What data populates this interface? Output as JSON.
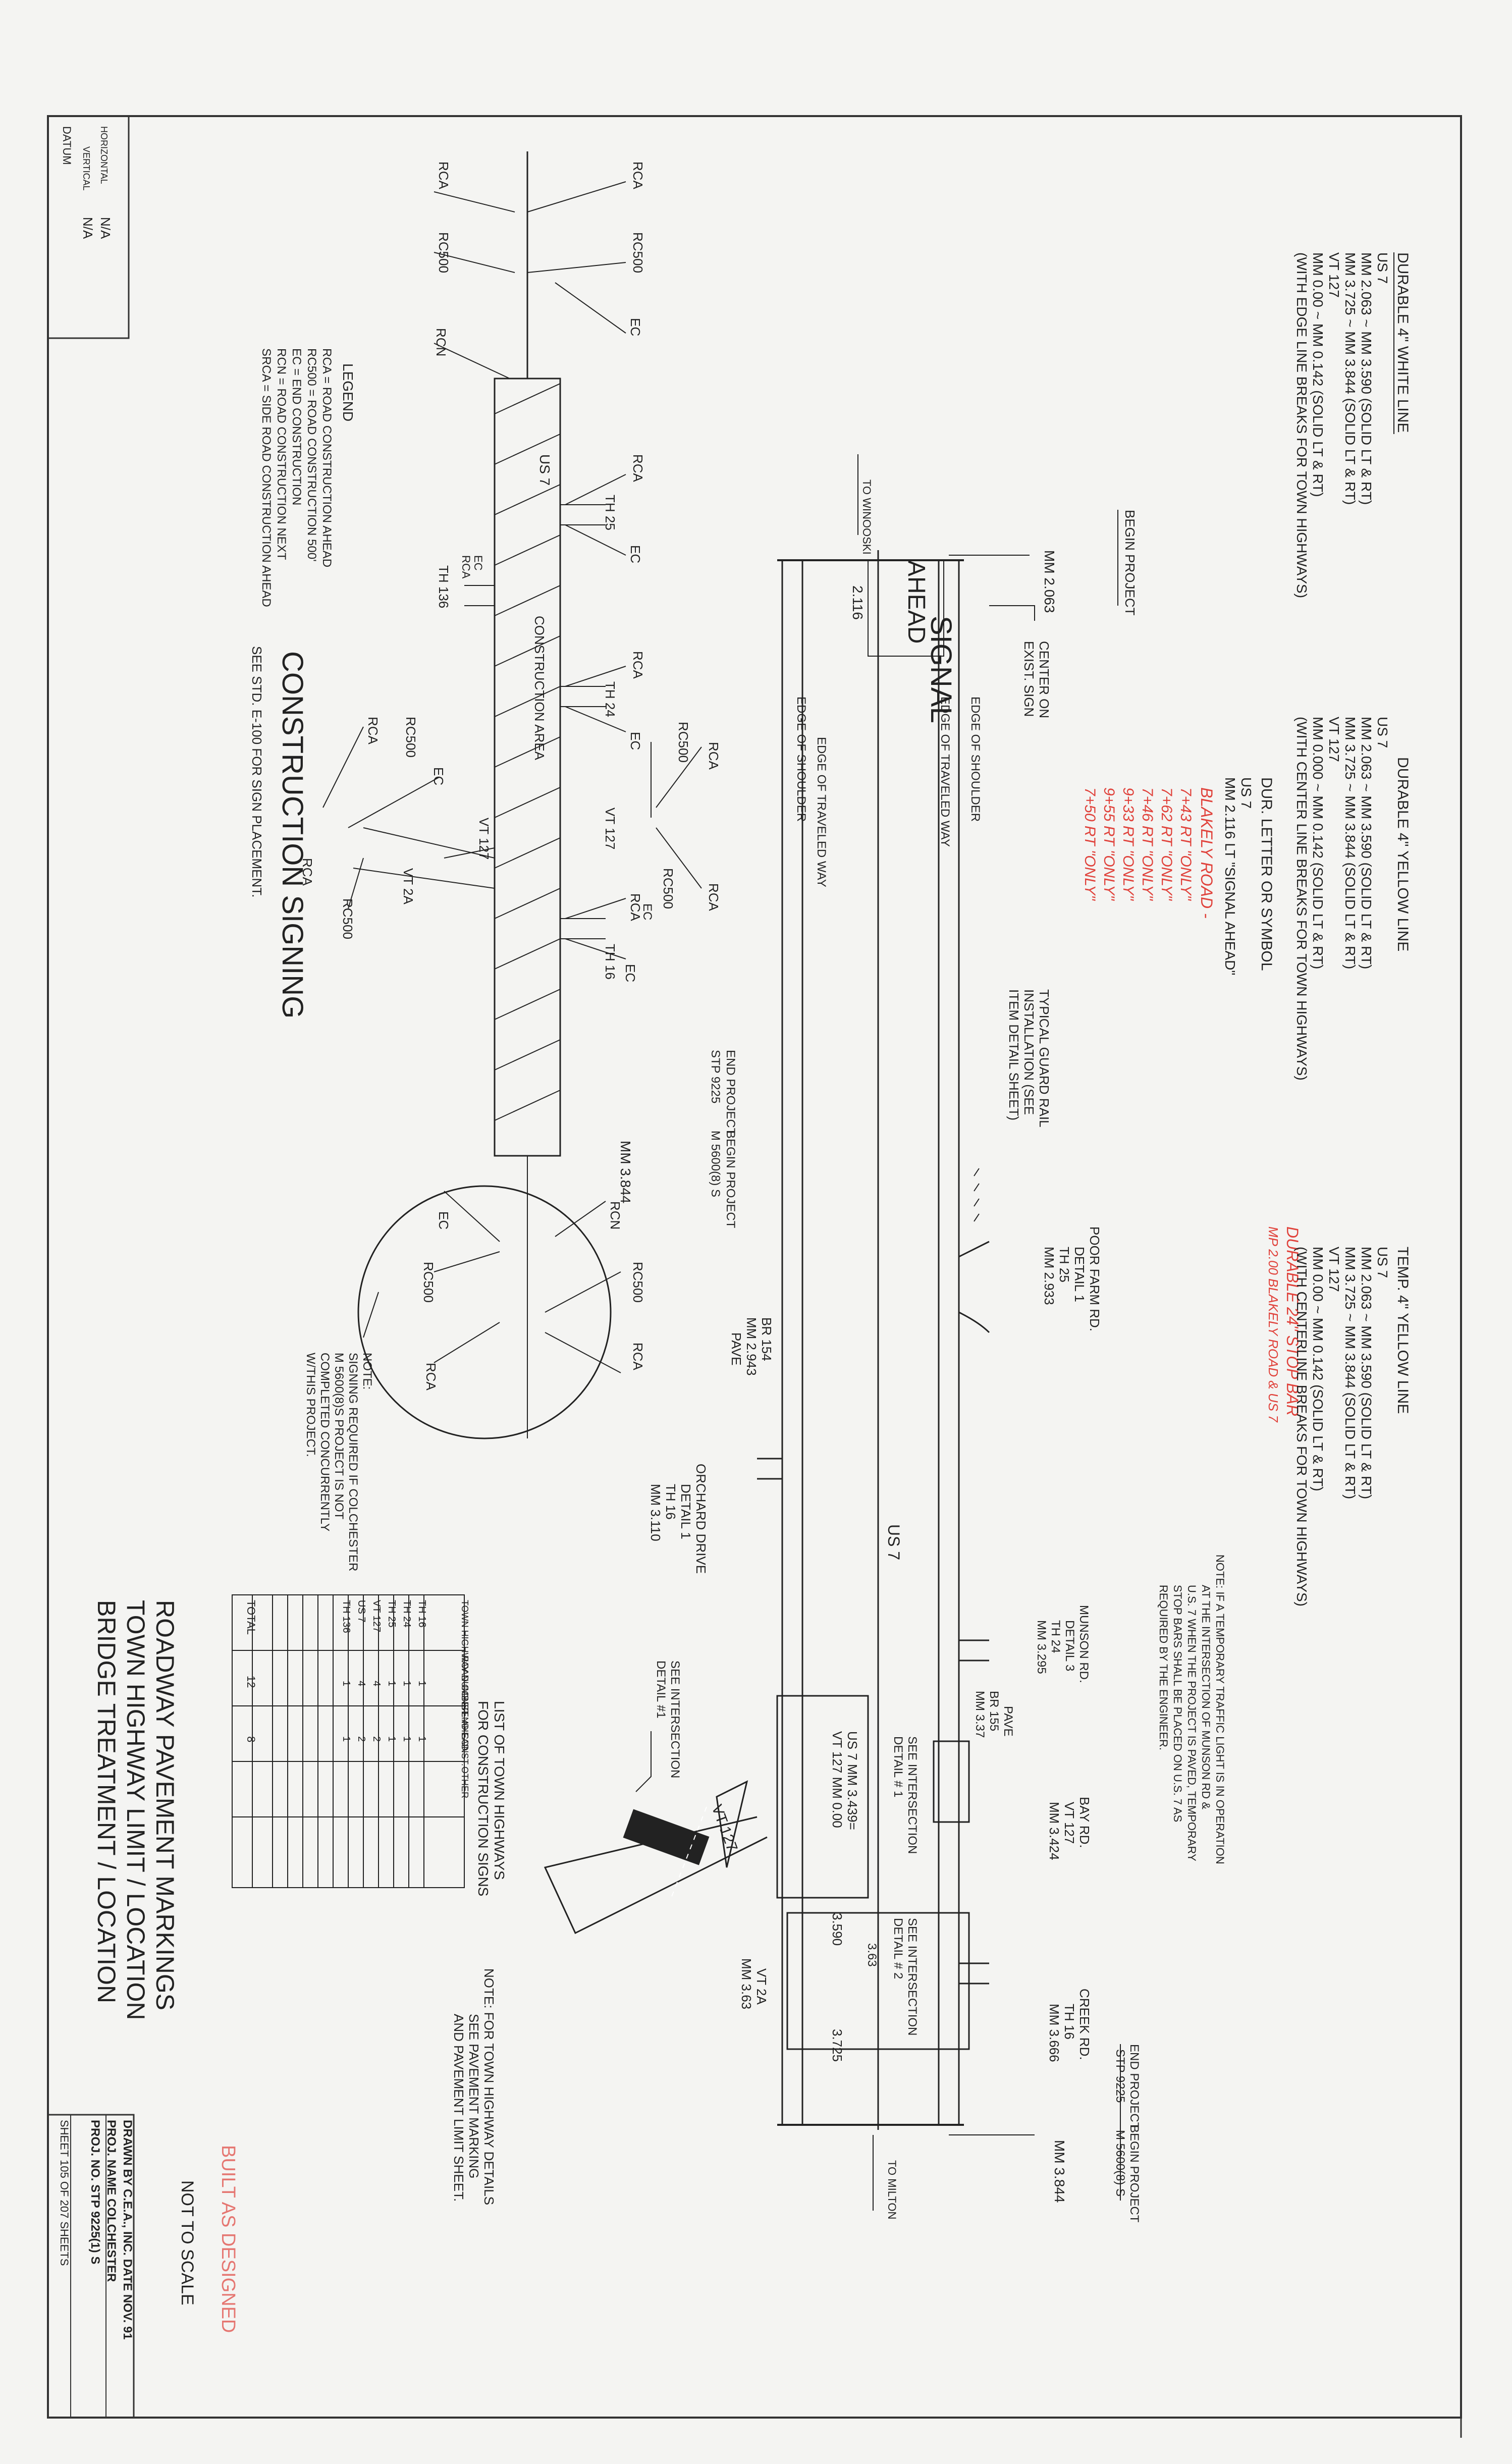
{
  "datum_box": {
    "title": "DATUM",
    "vertical_label": "VERTICAL",
    "vertical_value": "N/A",
    "horizontal_label": "HORIZONTAL",
    "horizontal_value": "N/A"
  },
  "durable_white": {
    "title": "DURABLE 4\" WHITE LINE",
    "lines": [
      "US 7",
      "MM 2.063 ~ MM 3.590 (SOLID LT & RT)",
      "MM 3.725 ~ MM 3.844 (SOLID LT & RT)",
      "VT 127",
      "MM 0.00 ~ MM 0.142 (SOLID LT & RT)",
      "(WITH EDGE LINE BREAKS FOR TOWN HIGHWAYS)"
    ]
  },
  "durable_yellow": {
    "title": "DURABLE 4\" YELLOW LINE",
    "lines": [
      "US 7",
      "MM 2.063 ~ MM 3.590 (SOLID LT & RT)",
      "MM 3.725 ~ MM 3.844 (SOLID LT & RT)",
      "VT 127",
      "MM 0.000 ~ MM 0.142 (SOLID LT & RT)",
      "(WITH CENTER LINE BREAKS FOR TOWN HIGHWAYS)"
    ]
  },
  "temp_yellow": {
    "title": "TEMP. 4\" YELLOW LINE",
    "lines": [
      "US 7",
      "MM 2.063 ~ MM 3.590 (SOLID LT & RT)",
      "MM 3.725 ~ MM 3.844 (SOLID LT & RT)",
      "VT 127",
      "MM 0.00 ~ MM 0.142 (SOLID LT & RT)",
      "(WITH CENTERLINE BREAKS FOR TOWN HIGHWAYS)"
    ]
  },
  "dur_letter": {
    "title": "DUR. LETTER OR SYMBOL",
    "lines": [
      "US 7",
      "MM 2.116 LT \"SIGNAL AHEAD\""
    ]
  },
  "handwritten_red": {
    "lines": [
      "BLAKELY ROAD -",
      "7+43 RT \"ONLY\"",
      "7+62 RT \"ONLY\"",
      "7+46 RT \"ONLY\"",
      "9+33 RT \"ONLY\"",
      "9+55 RT \"ONLY\"",
      "7+50 RT \"ONLY\""
    ],
    "durable": "DURABLE 24\" STOP BAR",
    "durable_sub": "MP 2.00 BLAKELY ROAD & US 7"
  },
  "note_temp_light": {
    "lines": [
      "NOTE: IF A TEMPORARY TRAFFIC LIGHT IS IN OPERATION",
      "AT THE INTERSECTION OF MUNSON RD &",
      "U.S. 7 WHEN THE PROJECT IS PAVED, TEMPORARY",
      "STOP BARS SHALL BE PLACED ON U.S. 7 AS",
      "REQUIRED BY THE ENGINEER."
    ]
  },
  "plan": {
    "mm_2063": "MM 2.063",
    "begin_project": "BEGIN PROJECT",
    "to_winooski": "TO WINOOSKI",
    "ahead": "AHEAD",
    "signal": "SIGNAL",
    "mm_2116": "2.116",
    "center_on": "CENTER ON",
    "exist_sign": "EXIST. SIGN",
    "edge_shoulder": "EDGE OF SHOULDER",
    "edge_traveled": "EDGE OF TRAVELED WAY",
    "guard_rail": [
      "TYPICAL GUARD RAIL",
      "INSTALLATION (SEE",
      "ITEM DETAIL SHEET)"
    ],
    "end_project": "END PROJECT",
    "stp": "STP 9225",
    "begin_project2": "BEGIN PROJECT",
    "m5600": "M 5600(8) S",
    "poor_farm": [
      "POOR FARM RD.",
      "DETAIL 1",
      "TH 25",
      "MM 2.933"
    ],
    "br154": [
      "BR 154",
      "MM 2.943",
      "PAVE"
    ],
    "orchard": [
      "ORCHARD DRIVE",
      "DETAIL 1",
      "TH 16",
      "MM 3.110"
    ],
    "us7": "US 7",
    "munson": [
      "MUNSON RD.",
      "DETAIL 3",
      "TH 24",
      "MM 3.295"
    ],
    "br155": [
      "PAVE",
      "BR 155",
      "MM 3.37"
    ],
    "bay": [
      "BAY RD.",
      "VT 127",
      "MM 3.424"
    ],
    "creek": [
      "CREEK RD.",
      "TH 16",
      "MM 3.666"
    ],
    "intersection1": [
      "SEE INTERSECTION",
      "DETAIL # 1"
    ],
    "intersection2": [
      "SEE INTERSECTION",
      "DETAIL # 2"
    ],
    "int_detail1_left": [
      "SEE INTERSECTION",
      "DETAIL #1"
    ],
    "us7_mm": [
      "US 7  MM 3.439=",
      "VT 127  MM 0.00"
    ],
    "vt127": "VT 127",
    "v3590": "3.590",
    "v363": "3.63",
    "v3725": "3.725",
    "vt2a": [
      "VT 2A",
      "MM 3.63"
    ],
    "end_project2": "END PROJECT",
    "stp2": "STP 9225",
    "begin_project3": "BEGIN PROJECT",
    "m5600b": "M 5600(8) S",
    "mm_3844": "MM 3.844",
    "to_milton": "TO MILTON",
    "town_note": [
      "NOTE:  FOR TOWN HIGHWAY DETAILS",
      "SEE PAVEMENT MARKING",
      "AND PAVEMENT LIMIT SHEET."
    ]
  },
  "signing": {
    "title": "CONSTRUCTION SIGNING",
    "subtitle": "SEE STD. E-100 FOR SIGN PLACEMENT.",
    "legend_title": "LEGEND",
    "legend": [
      "RCA  = ROAD CONSTRUCTION AHEAD",
      "RC500 = ROAD CONSTRUCTION 500'",
      "EC   = END CONSTRUCTION",
      "RCN  = ROAD CONSTRUCTION NEXT",
      "SRCA = SIDE ROAD CONSTRUCTION AHEAD"
    ],
    "labels": {
      "rca": "RCA",
      "rc500": "RC500",
      "ec": "EC",
      "rcn": "RCN",
      "us7": "US 7",
      "th25": "TH 25",
      "th24": "TH 24",
      "th16": "TH 16",
      "th136": "TH 136",
      "vt127": "VT 127",
      "vt2a": "VT 2A",
      "construction_area": "CONSTRUCTION AREA",
      "mm3844": "MM 3.844"
    },
    "note": [
      "NOTE:",
      "SIGNING REQUIRED IF COLCHESTER",
      "M 5600(8)S PROJECT IS NOT",
      "COMPLETED CONCURRENTLY",
      "W/THIS PROJECT."
    ]
  },
  "table": {
    "title": [
      "LIST OF TOWN HIGHWAYS",
      "FOR CONSTRUCTION SIGNS"
    ],
    "headers": [
      "TOWN HIGHWAY NUMBER",
      "ROAD CONST. AHEAD",
      "END CONST.",
      "OTHER"
    ],
    "rows": [
      [
        "TH 16",
        "1",
        "1",
        ""
      ],
      [
        "TH 24",
        "1",
        "1",
        ""
      ],
      [
        "TH 25",
        "1",
        "1",
        ""
      ],
      [
        "VT 127",
        "4",
        "2",
        ""
      ],
      [
        "US 7",
        "4",
        "2",
        ""
      ],
      [
        "TH 136",
        "1",
        "1",
        ""
      ],
      [
        "",
        "",
        "",
        ""
      ],
      [
        "",
        "",
        "",
        ""
      ],
      [
        "",
        "",
        "",
        ""
      ]
    ],
    "total": [
      "TOTAL",
      "12",
      "8",
      ""
    ]
  },
  "title_block": {
    "lines": [
      "ROADWAY PAVEMENT MARKINGS",
      "TOWN HIGHWAY LIMIT / LOCATION",
      "BRIDGE TREATMENT / LOCATION"
    ],
    "built": "BUILT AS DESIGNED",
    "not_to_scale": "NOT TO SCALE",
    "drawn": "DRAWN BY C.E.A., INC. DATE NOV. 91",
    "proj_name": "PROJ. NAME  COLCHESTER",
    "proj_no": "PROJ. NO.  STP 9225(1) S",
    "sheet": "SHEET  105  OF  207  SHEETS"
  },
  "colors": {
    "ink": "#222222",
    "red_annotation": "#e0423b",
    "paper": "#f4f4f2"
  }
}
